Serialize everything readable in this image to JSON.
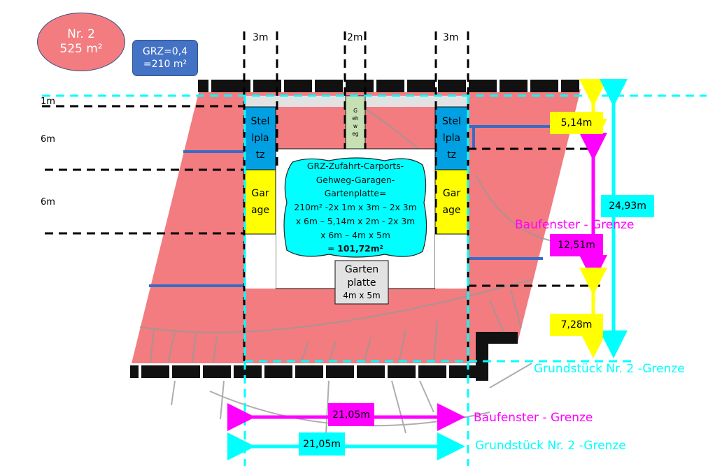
{
  "title_ellipse": {
    "line1": "Nr. 2",
    "line2": "525 m²"
  },
  "grz_box": {
    "line1": "GRZ=0,4",
    "line2": "=210 m²"
  },
  "top_widths": {
    "left": "3m",
    "middle": "2m",
    "right": "3m"
  },
  "row_heights": {
    "first": "1m",
    "second": "6m",
    "third": "6m"
  },
  "stellplatz_left": [
    "Stel",
    "lpla",
    "tz"
  ],
  "stellplatz_right": [
    "Stel",
    "lpla",
    "tz"
  ],
  "garage_left": [
    "Gar",
    "age"
  ],
  "garage_right": [
    "Gar",
    "age"
  ],
  "gehweg": [
    "G",
    "eh",
    "w",
    "eg"
  ],
  "calculation": {
    "lines": [
      "GRZ-Zufahrt-Carports-",
      "Gehweg-Garagen-",
      "Gartenplatte=",
      "210m² -2x 1m x 3m – 2x 3m",
      "x 6m – 5,14m x 2m - 2x 3m",
      "x 6m – 4m x 5m"
    ],
    "result_prefix": "= ",
    "result": "101,72m²"
  },
  "gartenplatte": {
    "line1": "Garten",
    "line2": "platte",
    "line3": "4m x 5m"
  },
  "dimensions": {
    "top_setback": "5,14m",
    "baufenster_depth": "12,51m",
    "bottom_setback": "7,28m",
    "plot_depth": "24,93m",
    "baufenster_width": "21,05m",
    "plot_width": "21,05m"
  },
  "legend": {
    "baufenster_side": "Baufenster - Grenze",
    "grundstueck_side": "Grundstück Nr. 2 -Grenze",
    "baufenster_bottom": "Baufenster - Grenze",
    "grundstueck_bottom": "Grundstück Nr. 2 -Grenze"
  },
  "colors": {
    "plot_fill": "#f27c7f",
    "stellplatz": "#00a0e3",
    "garage": "#ffff00",
    "gehweg": "#c6e0b4",
    "calc_cloud": "#00ffff",
    "cyan": "#00e5ee",
    "magenta": "#ff00ff",
    "yellow": "#ffff00"
  }
}
